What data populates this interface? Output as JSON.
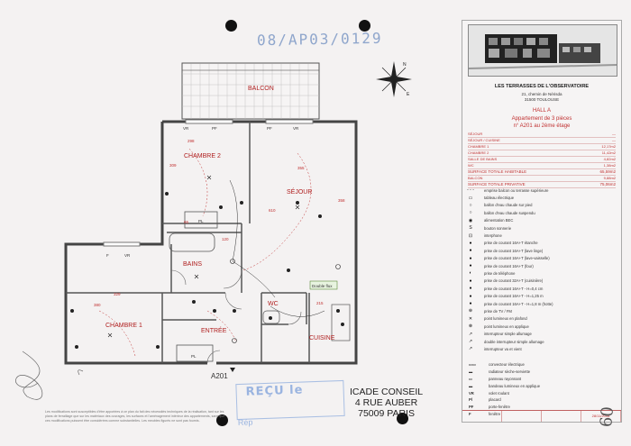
{
  "stamp_number": "08/AP03/0129",
  "rooms": {
    "balcon": "BALCON",
    "chambre2": "CHAMBRE 2",
    "sejour": "SÉJOUR",
    "bains": "BAINS",
    "chambre1": "CHAMBRE 1",
    "entree": "ENTRÉE",
    "wc": "WC",
    "cuisine": "CUISINE"
  },
  "fixtures": {
    "vr": "VR",
    "pf": "PF",
    "pl": "PL",
    "f": "F",
    "double_flux": "Double flux"
  },
  "dimensions": {
    "d298": "298",
    "d309": "309",
    "d355": "355",
    "d610": "610",
    "d358": "358",
    "d65": "65",
    "d120": "120",
    "d329": "329",
    "d380": "380",
    "d215": "215"
  },
  "lot_label": "A201",
  "titleblock": {
    "company": "LES TERRASSES DE L'OBSERVATOIRE",
    "address1": "21, chemin de Nérisda",
    "address2": "31500 TOULOUSE",
    "hall": "HALL A",
    "apartment": "Appartement de 3 pièces",
    "number": "n° A201 au 2ème étage",
    "areas": [
      {
        "label": "SÉJOUR",
        "value": "—"
      },
      {
        "label": "SÉJOUR / CUISINE",
        "value": "—"
      },
      {
        "label": "CHAMBRE 1",
        "value": "12,17m2"
      },
      {
        "label": "CHAMBRE 2",
        "value": "11,42m2"
      },
      {
        "label": "SALLE DE BAINS",
        "value": "4,82m2"
      },
      {
        "label": "WC",
        "value": "1,38m2"
      },
      {
        "label": "SURFACE TOTALE HABITABLE",
        "value": "65,59m2"
      },
      {
        "label": "BALCON",
        "value": "9,88m2"
      },
      {
        "label": "SURFACE TOTALE PRIVATIVE",
        "value": "75,06m2"
      }
    ],
    "legend": [
      {
        "sym": "- - -",
        "label": "emprise balcon ou terrasse supérieure"
      },
      {
        "sym": "▭",
        "label": "tableau électrique"
      },
      {
        "sym": "○",
        "label": "ballon d'eau chaude sur pied"
      },
      {
        "sym": "○",
        "label": "ballon d'eau chaude suspendu"
      },
      {
        "sym": "◉",
        "label": "alimentation BEC"
      },
      {
        "sym": "S",
        "label": "bouton sonnerie"
      },
      {
        "sym": "⊡",
        "label": "interphone"
      },
      {
        "sym": "●",
        "label": "prise de courant 16A+T étanche"
      },
      {
        "sym": "●",
        "label": "prise de courant 16A+T (lave linge)"
      },
      {
        "sym": "●",
        "label": "prise de courant 16A+T (lave-vaisselle)"
      },
      {
        "sym": "●",
        "label": "prise de courant 16A+T (four)"
      },
      {
        "sym": "◐",
        "label": "prise de téléphone"
      },
      {
        "sym": "●",
        "label": "prise de courant 32A+T (cuisinière)"
      },
      {
        "sym": "●",
        "label": "prise de courant 16A+T - H=0,4 cm"
      },
      {
        "sym": "●",
        "label": "prise de courant 16A+T - H=1,25 m"
      },
      {
        "sym": "●",
        "label": "prise de courant 16A+T - H=1,8 m (hotte)"
      },
      {
        "sym": "⊕",
        "label": "prise de TV / FM"
      },
      {
        "sym": "✕",
        "label": "point lumineux en plafond"
      },
      {
        "sym": "⊗",
        "label": "point lumineux en applique"
      },
      {
        "sym": "↗",
        "label": "interrupteur simple allumage"
      },
      {
        "sym": "↗",
        "label": "double interrupteur simple allumage"
      },
      {
        "sym": "↗",
        "label": "interrupteur va et vient"
      }
    ],
    "legend2": [
      {
        "code": "▭▭",
        "label": "convecteur électrique"
      },
      {
        "code": "▬",
        "label": "radiateur sèche-serviette"
      },
      {
        "code": "▭",
        "label": "panneau rayonnant"
      },
      {
        "code": "▬",
        "label": "bandeau lumineux en applique"
      },
      {
        "code": "VR",
        "label": "volet roulant"
      },
      {
        "code": "Pl",
        "label": "placard"
      },
      {
        "code": "PF",
        "label": "porte-fenêtre"
      },
      {
        "code": "F",
        "label": "fenêtre"
      }
    ],
    "footer": [
      "",
      "",
      "",
      "28/11/2008"
    ]
  },
  "icade": [
    "ICADE CONSEIL",
    "4 RUE AUBER",
    "75009 PARIS"
  ],
  "recu_label": "REÇU le",
  "rep_label": "Rép",
  "notes": "Les modifications sont susceptibles d'être apportées à ce plan du fait des nécessités techniques de la réalisation, tant sur les plans de ferraillage que sur les matériaux des ouvrages, les surfaces et l'aménagement intérieur des appartements, sans que ces modifications puissent être considérées comme substantielles. Les meubles figurés ne sont pas fournis.",
  "page_num": "09"
}
